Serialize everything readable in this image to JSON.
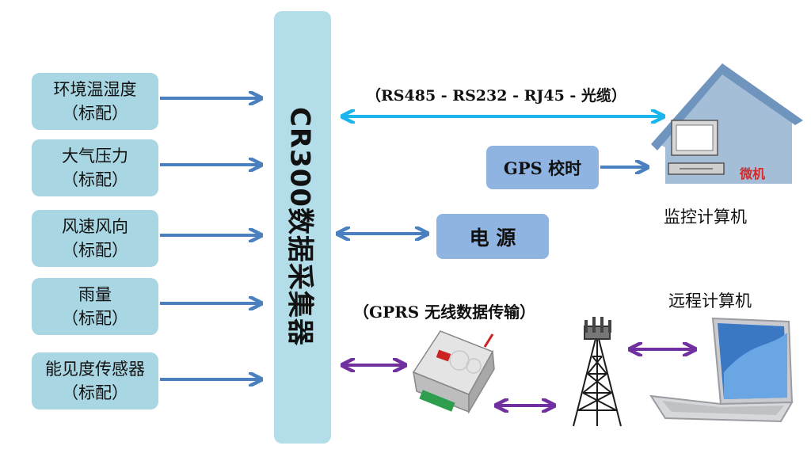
{
  "sensors": [
    {
      "name": "环境温湿度",
      "note": "（标配）"
    },
    {
      "name": "大气压力",
      "note": "（标配）"
    },
    {
      "name": "风速风向",
      "note": "（标配）"
    },
    {
      "name": "雨量",
      "note": "（标配）"
    },
    {
      "name": "能见度传感器",
      "note": "（标配）"
    }
  ],
  "core": {
    "label": "CR300数据采集器"
  },
  "link_serial": "（RS485 - RS232 - RJ45 - 光缆）",
  "gps": "GPS 校时",
  "power": "电 源",
  "monitor": {
    "screen_text": "微机",
    "label": "监控计算机"
  },
  "gprs": "（GPRS 无线数据传输）",
  "remote": {
    "label": "远程计算机"
  },
  "colors": {
    "sensor_box": "#a9d6e3",
    "core_box": "#b3dde8",
    "blue_box": "#8fb4e1",
    "arrow_blue": "#4a7fc0",
    "arrow_cyan": "#1ab5ea",
    "arrow_purple": "#7030a0",
    "house": "#a5bed8"
  }
}
